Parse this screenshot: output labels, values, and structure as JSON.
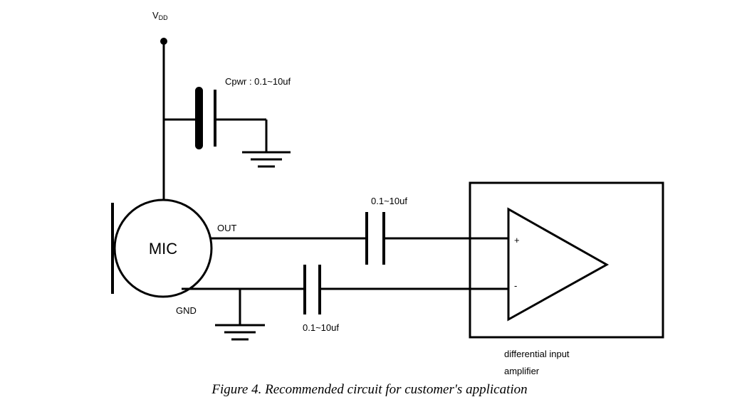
{
  "labels": {
    "vdd": "V",
    "vdd_sub": "DD",
    "cpwr": "Cpwr : 0.1~10uf",
    "cap_out": "0.1~10uf",
    "cap_gnd": "0.1~10uf",
    "out": "OUT",
    "gnd": "GND",
    "mic": "MIC",
    "plus": "+",
    "minus": "-",
    "amp_line1": "differential input",
    "amp_line2": "amplifier"
  },
  "caption": "Figure 4. Recommended circuit for customer's application"
}
